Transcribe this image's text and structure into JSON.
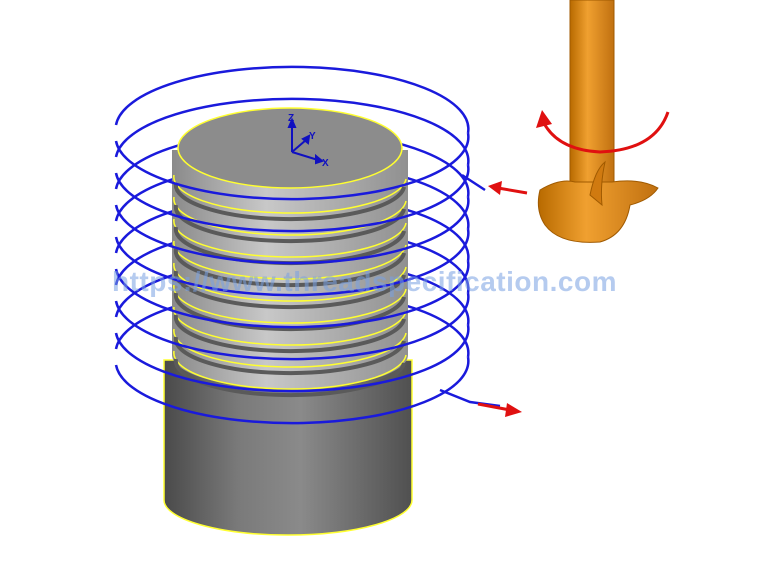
{
  "axis_labels": {
    "z": "Z",
    "y": "Y",
    "x": "X"
  },
  "watermark": "https://www.threadspecification.com",
  "colors": {
    "helix": "#1a1adc",
    "workpiece": "#6e6e6e",
    "edges": "#ffff30",
    "tool": "#e08a10",
    "arrows": "#e01010"
  },
  "helix_turns": 8
}
